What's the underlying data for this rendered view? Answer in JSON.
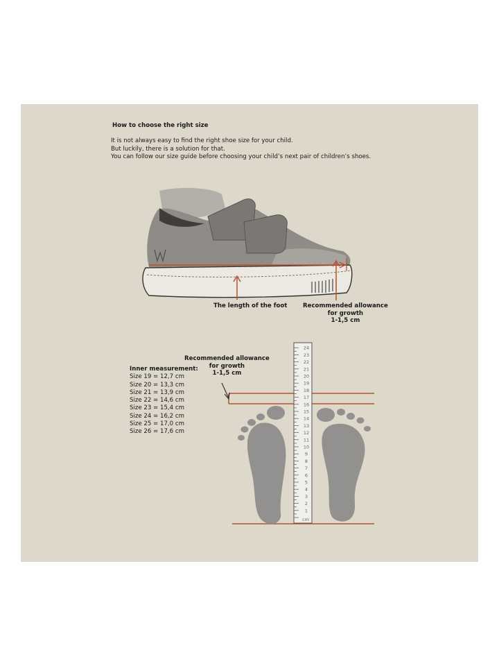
{
  "guide": {
    "heading": "How to choose the right size",
    "intro": [
      "It is not always easy to find the right shoe size for your child.",
      "But luckily, there is a solution for that.",
      "You can follow our size guide before choosing your child’s next pair of children’s shoes."
    ]
  },
  "shoe_diagram": {
    "length_label": "The length of the foot",
    "allowance_label": [
      "Recommended allowance",
      "for growth",
      "1-1,5 cm"
    ]
  },
  "foot_diagram": {
    "allowance_label": [
      "Recommended allowance",
      "for growth",
      "1-1,5 cm"
    ],
    "ruler_ticks": [
      "1",
      "2",
      "3",
      "4",
      "5",
      "6",
      "7",
      "8",
      "9",
      "10",
      "11",
      "12",
      "13",
      "14",
      "15",
      "16",
      "17",
      "18",
      "19",
      "20",
      "21",
      "22",
      "23",
      "24"
    ],
    "ruler_unit": "cm",
    "accent_color": "#b5532e"
  },
  "inner_measurement": {
    "title": "Inner measurement:",
    "sizes": [
      "Size 19 = 12,7 cm",
      "Size 20 = 13,3 cm",
      "Size 21  = 13,9 cm",
      "Size 22 = 14,6 cm",
      "Size 23 = 15,4 cm",
      "Size 24 = 16,2 cm",
      "Size 25 = 17,0 cm",
      "Size 26 = 17,6 cm"
    ]
  }
}
